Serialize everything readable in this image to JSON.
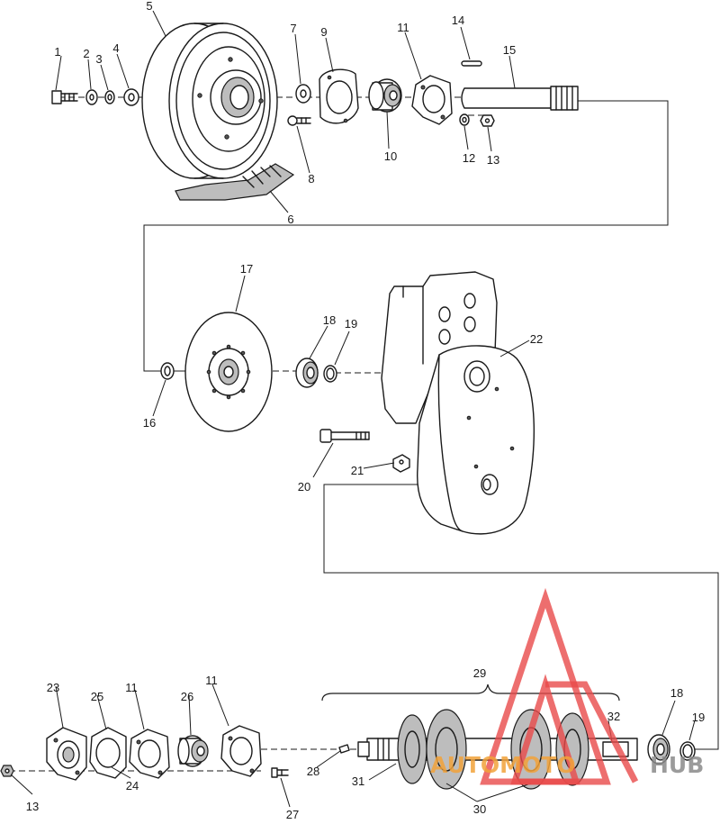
{
  "diagram": {
    "callouts": [
      "1",
      "2",
      "3",
      "4",
      "5",
      "6",
      "7",
      "8",
      "9",
      "10",
      "11",
      "12",
      "13",
      "14",
      "15",
      "16",
      "17",
      "18",
      "19",
      "20",
      "21",
      "22",
      "23",
      "24",
      "25",
      "11",
      "26",
      "11",
      "27",
      "28",
      "29",
      "30",
      "31",
      "32",
      "18",
      "19",
      "13"
    ]
  },
  "watermark": {
    "text_orange": "AUTOMOTO",
    "text_gray": "HUB",
    "colors": {
      "triangle": "#e84a4a",
      "orange": "#f2a33a",
      "gray": "#8a8a8a"
    }
  }
}
